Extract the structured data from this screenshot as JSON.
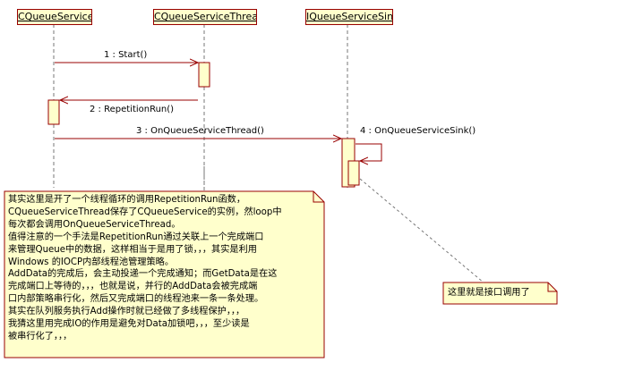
{
  "lifelines": [
    {
      "name": "CQueueService"
    },
    {
      "name": "CQueueServiceThread"
    },
    {
      "name": "IQueueServiceSink"
    }
  ],
  "messages": [
    {
      "label": "1 : Start()"
    },
    {
      "label": "2 : RepetitionRun()"
    },
    {
      "label": "3 : OnQueueServiceThread()"
    },
    {
      "label": "4 : OnQueueServiceSink()"
    }
  ],
  "note_main": {
    "lines": [
      "其实这里是开了一个线程循环的调用RepetitionRun函数，",
      "CQueueServiceThread保存了CQueueService的实例，然loop中",
      "每次都会调用OnQueueServiceThread。",
      "值得注意的一个手法是RepetitionRun通过关联上一个完成端口",
      "来管理Queue中的数据，这样相当于是用了锁，，，其实是利用",
      "Windows 的IOCP内部线程池管理策略。",
      "AddData的完成后，会主动投递一个完成通知；而GetData是在这",
      "完成端口上等待的，，，也就是说，并行的AddData会被完成端",
      "口内部策略串行化，然后又完成端口的线程池来一条一条处理。",
      "其实在队列服务执行Add操作时就已经做了多线程保护，，，",
      "我猜这里用完成IO的作用是避免对Data加锁吧，，，至少读是",
      "被串行化了，，，"
    ]
  },
  "note_interface": {
    "text": "这里就是接口调用了"
  },
  "colors": {
    "lifeline_box_fill": "#ffffcc",
    "border": "#990000",
    "message_line": "#990000",
    "note_fill": "#ffffcc",
    "lifeline_dash": "#777777"
  }
}
